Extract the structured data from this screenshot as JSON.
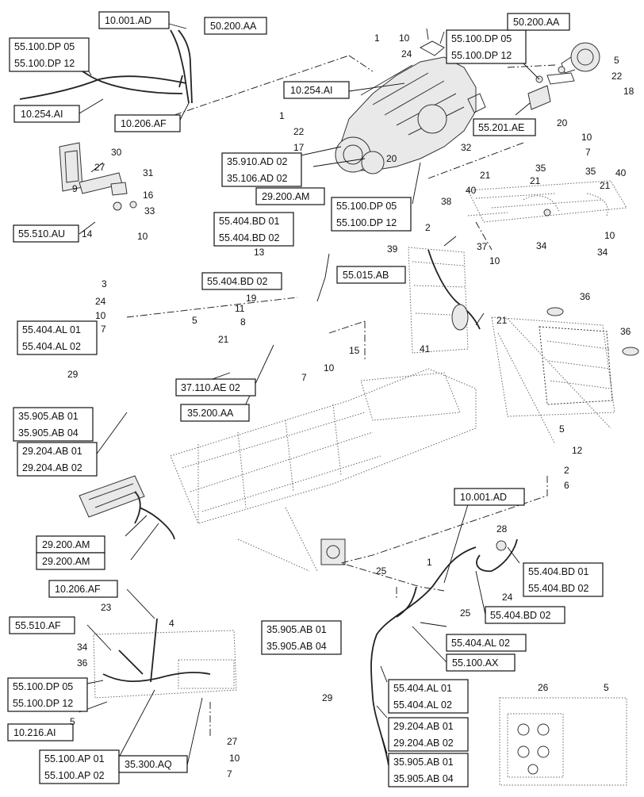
{
  "refs": {
    "r01": "10.001.AD",
    "r02": "50.200.AA",
    "r03a": "55.100.DP 05",
    "r03b": "55.100.DP 12",
    "r04": "10.254.AI",
    "r05": "10.206.AF",
    "r06a": "55.100.DP 05",
    "r06b": "55.100.DP 12",
    "r07": "50.200.AA",
    "r08": "10.254.AI",
    "r09": "55.201.AE",
    "r10a": "35.910.AD 02",
    "r10b": "35.106.AD 02",
    "r11": "29.200.AM",
    "r12a": "55.100.DP 05",
    "r12b": "55.100.DP 12",
    "r13": "55.510.AU",
    "r14a": "55.404.BD 01",
    "r14b": "55.404.BD 02",
    "r15": "55.404.BD 02",
    "r16": "55.015.AB",
    "r17a": "55.404.AL 01",
    "r17b": "55.404.AL 02",
    "r18": "37.110.AE 02",
    "r19a": "35.905.AB 01",
    "r19b": "35.905.AB 04",
    "r20": "35.200.AA",
    "r21a": "29.204.AB 01",
    "r21b": "29.204.AB 02",
    "r22": "29.200.AM",
    "r23": "29.200.AM",
    "r24": "10.001.AD",
    "r25a": "55.404.BD 01",
    "r25b": "55.404.BD 02",
    "r26": "10.206.AF",
    "r27": "55.510.AF",
    "r28": "55.404.BD 02",
    "r29a": "35.905.AB 01",
    "r29b": "35.905.AB 04",
    "r30": "55.404.AL 02",
    "r31": "55.100.AX",
    "r32a": "55.100.DP 05",
    "r32b": "55.100.DP 12",
    "r33a": "55.404.AL 01",
    "r33b": "55.404.AL 02",
    "r34": "10.216.AI",
    "r35a": "29.204.AB 01",
    "r35b": "29.204.AB 02",
    "r36a": "55.100.AP 01",
    "r36b": "55.100.AP 02",
    "r37": "35.300.AQ",
    "r38a": "35.905.AB 01",
    "r38b": "35.905.AB 04"
  },
  "callouts": {
    "c01": "1",
    "c02": "10",
    "c03": "24",
    "c04": "1",
    "c05": "22",
    "c06": "17",
    "c07": "5",
    "c08": "22",
    "c09": "18",
    "c10": "20",
    "c11": "10",
    "c12": "7",
    "c13": "32",
    "c14": "20",
    "c15": "30",
    "c16": "27",
    "c17": "31",
    "c18": "9",
    "c19": "16",
    "c20": "33",
    "c21": "14",
    "c22": "10",
    "c23": "35",
    "c24": "35",
    "c25": "40",
    "c26": "21",
    "c27": "40",
    "c28": "21",
    "c29": "21",
    "c30": "38",
    "c31": "2",
    "c32": "37",
    "c33": "10",
    "c34": "34",
    "c35": "10",
    "c36": "34",
    "c37": "13",
    "c38": "39",
    "c39": "3",
    "c40": "24",
    "c41": "10",
    "c42": "7",
    "c43": "5",
    "c44": "19",
    "c45": "11",
    "c46": "8",
    "c47": "21",
    "c48": "15",
    "c49": "10",
    "c50": "7",
    "c51": "29",
    "c52": "21",
    "c53": "41",
    "c54": "36",
    "c55": "36",
    "c56": "5",
    "c57": "12",
    "c58": "2",
    "c59": "6",
    "c60": "28",
    "c61": "1",
    "c62": "25",
    "c63": "25",
    "c64": "24",
    "c65": "23",
    "c66": "4",
    "c67": "34",
    "c68": "36",
    "c69": "5",
    "c70": "29",
    "c71": "26",
    "c72": "5",
    "c73": "27",
    "c74": "10",
    "c75": "7"
  }
}
